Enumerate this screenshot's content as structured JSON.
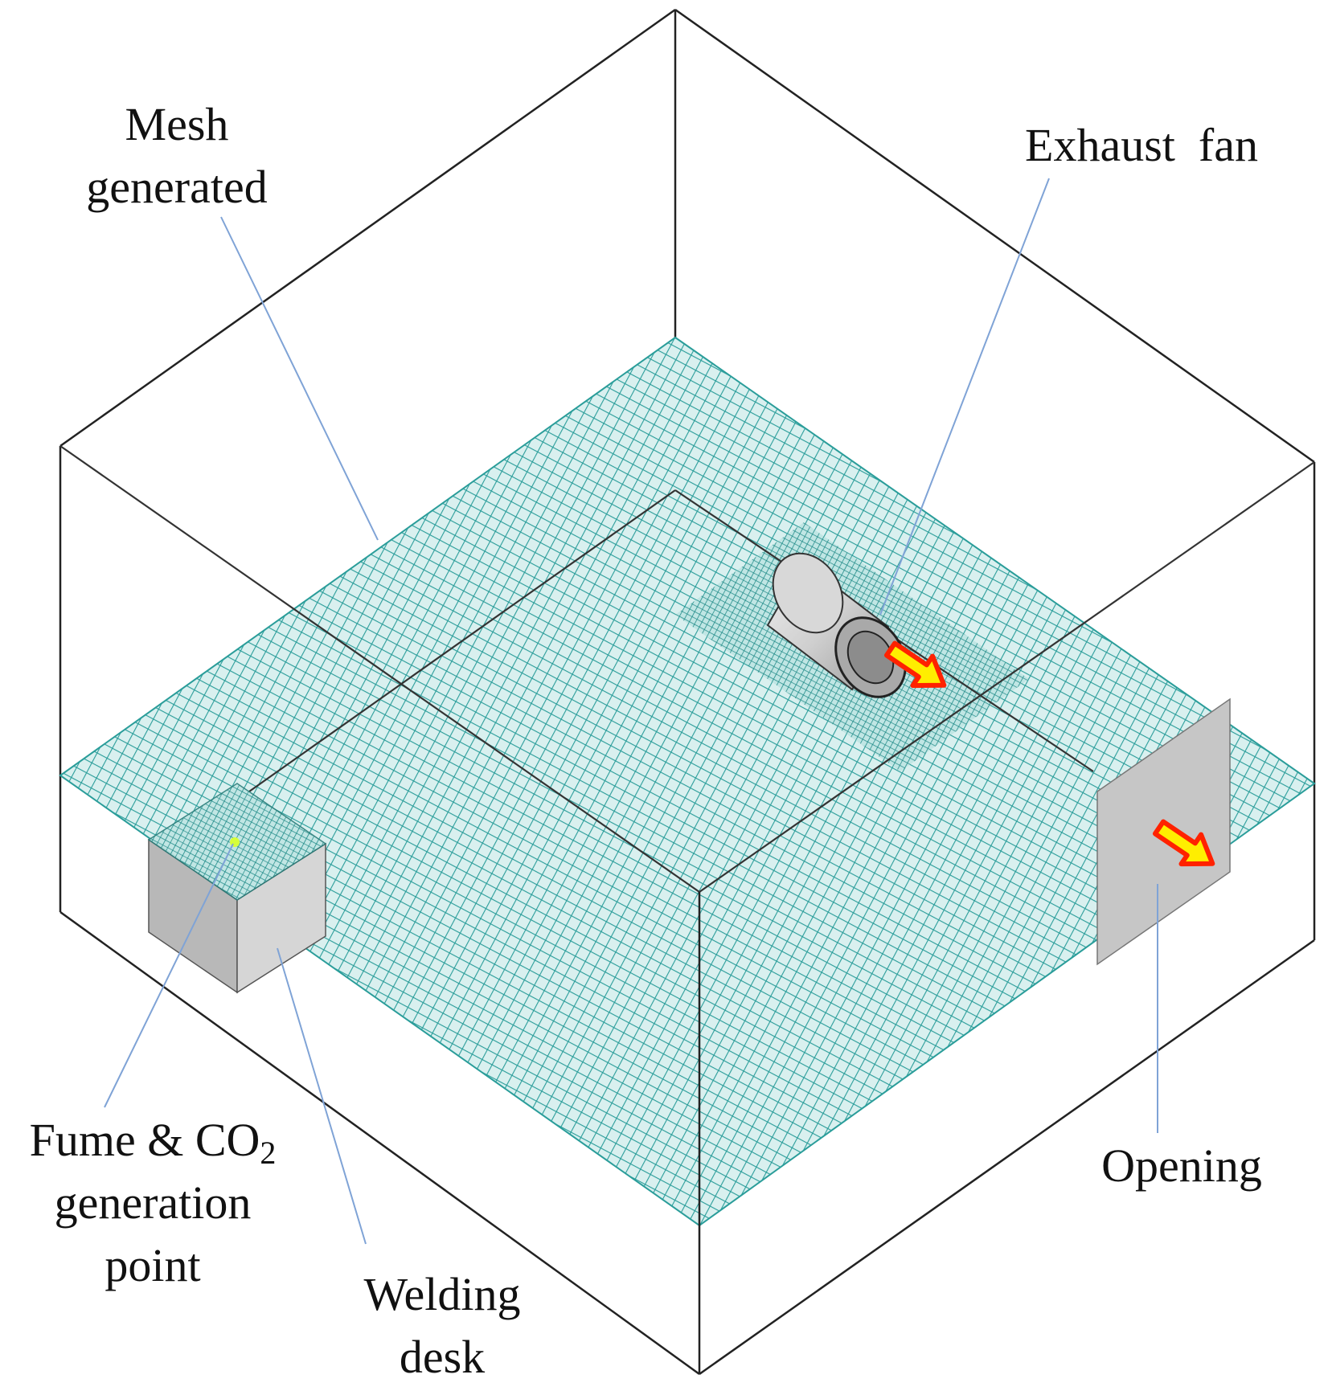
{
  "diagram": {
    "labels": {
      "mesh": {
        "line1": "Mesh",
        "line2": "generated"
      },
      "exhaust_fan": {
        "text": "Exhaust  fan"
      },
      "fume": {
        "line1_prefix": "Fume & CO",
        "line1_sub": "2",
        "line2": "generation",
        "line3": "point"
      },
      "welding_desk": {
        "line1": "Welding",
        "line2": "desk"
      },
      "opening": {
        "text": "Opening"
      }
    },
    "colors": {
      "mesh": "#2a9d9a",
      "mesh_fill": "#bfe5e3",
      "box_edge": "#222222",
      "leader": "#7fa3d6",
      "object_grey": "#c8c8c8",
      "arrow_fill": "#ffee00",
      "arrow_edge": "#ff2200"
    }
  }
}
